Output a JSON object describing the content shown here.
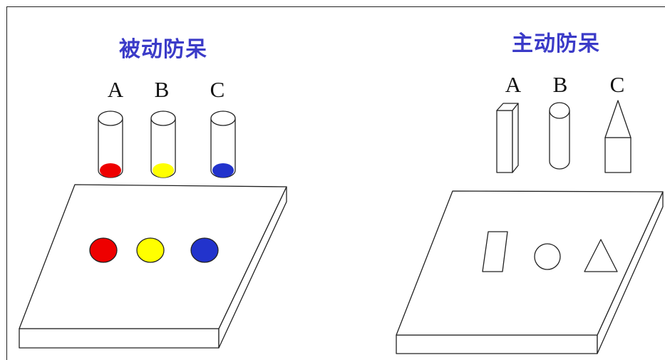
{
  "colors": {
    "title": "#3b3bc8",
    "line": "#222222",
    "dot_red": "#ee0000",
    "dot_yellow": "#ffff00",
    "dot_blue": "#2233cc"
  },
  "passive": {
    "title": "被动防呆",
    "labels": [
      "A",
      "B",
      "C"
    ]
  },
  "active": {
    "title": "主动防呆",
    "labels": [
      "A",
      "B",
      "C"
    ]
  }
}
